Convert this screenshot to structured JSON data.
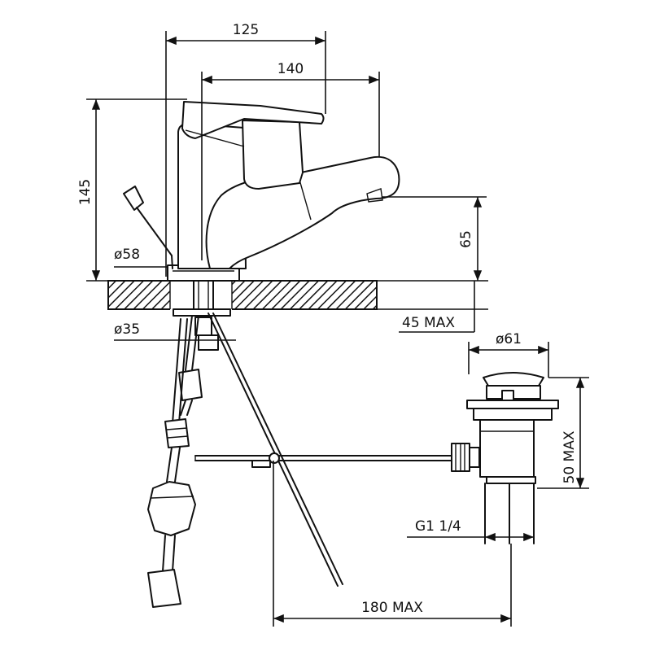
{
  "dimensions": {
    "width_125": "125",
    "width_140": "140",
    "height_145": "145",
    "spout_height": "65",
    "base_diameter": "ø58",
    "shank_diameter": "ø35",
    "deck_thickness": "45 MAX",
    "waste_diameter": "ø61",
    "waste_height": "50 MAX",
    "waste_thread": "G1 1/4",
    "rod_length": "180 MAX"
  },
  "colors": {
    "line": "#111111",
    "background": "#ffffff"
  }
}
